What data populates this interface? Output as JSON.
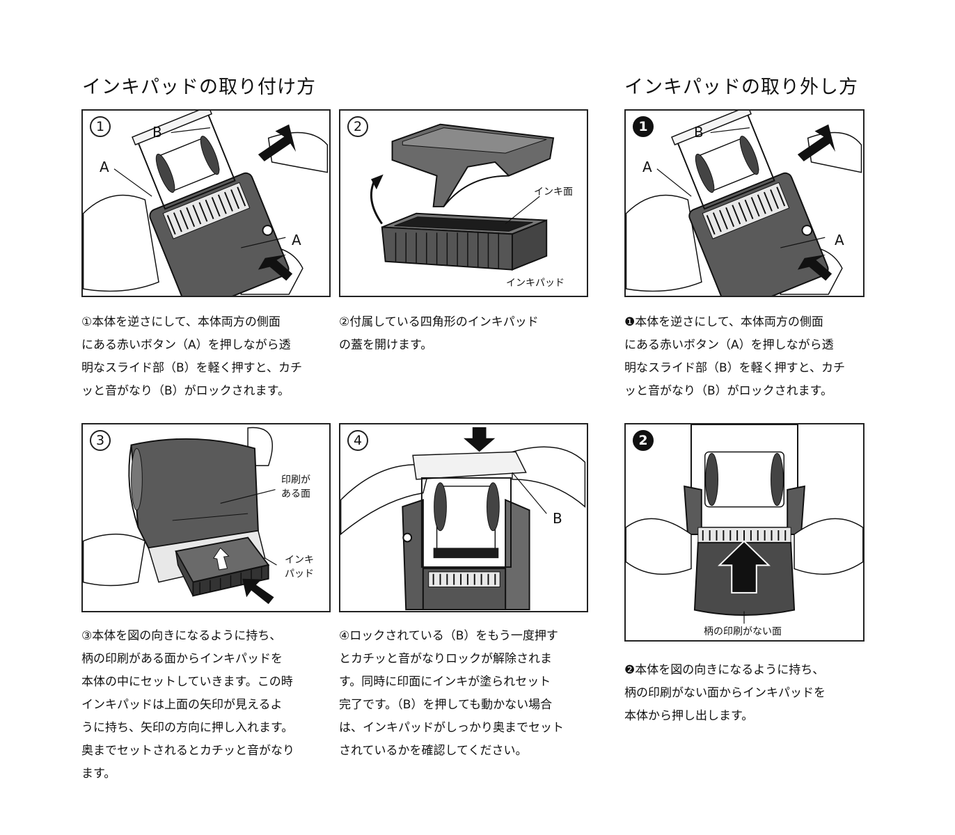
{
  "headings": {
    "attach": "インキパッドの取り付け方",
    "remove": "インキパッドの取り外し方"
  },
  "panels": {
    "p1": {
      "num": "1",
      "label_b": "B",
      "label_a_left": "A",
      "label_a_right": "A"
    },
    "p2": {
      "num": "2",
      "label_ink_face": "インキ面",
      "label_ink_pad": "インキパッド"
    },
    "p3": {
      "num": "3",
      "label_printed_1": "印刷が",
      "label_printed_2": "ある面",
      "label_pad_1": "インキ",
      "label_pad_2": "パッド"
    },
    "p4": {
      "num": "4",
      "label_b": "B"
    },
    "r1": {
      "num": "1",
      "label_b": "B",
      "label_a_left": "A",
      "label_a_right": "A"
    },
    "r2": {
      "num": "2",
      "label_no_print": "柄の印刷がない面"
    }
  },
  "descriptions": {
    "p1": [
      "①本体を逆さにして、本体両方の側面",
      "にある赤いボタン（A）を押しながら透",
      "明なスライド部（B）を軽く押すと、カチ",
      "ッと音がなり（B）がロックされます。"
    ],
    "p2": [
      "②付属している四角形のインキパッド",
      "の蓋を開けます。"
    ],
    "p3": [
      "③本体を図の向きになるように持ち、",
      "柄の印刷がある面からインキパッドを",
      "本体の中にセットしていきます。この時",
      "インキパッドは上面の矢印が見えるよ",
      "うに持ち、矢印の方向に押し入れます。",
      "奥までセットされるとカチッと音がなり",
      "ます。"
    ],
    "p4": [
      "④ロックされている（B）をもう一度押す",
      "とカチッと音がなりロックが解除されま",
      "す。同時に印面にインキが塗られセット",
      "完了です。（B）を押しても動かない場合",
      "は、インキパッドがしっかり奥までセット",
      "されているかを確認してください。"
    ],
    "r1": [
      "❶本体を逆さにして、本体両方の側面",
      "にある赤いボタン（A）を押しながら透",
      "明なスライド部（B）を軽く押すと、カチ",
      "ッと音がなり（B）がロックされます。"
    ],
    "r2": [
      "❷本体を図の向きになるように持ち、",
      "柄の印刷がない面からインキパッドを",
      "本体から押し出します。"
    ]
  },
  "colors": {
    "ink": "#111111",
    "body_gray": "#5a5a5a",
    "dark_gray": "#333333",
    "light_gray": "#d8d8d8"
  }
}
